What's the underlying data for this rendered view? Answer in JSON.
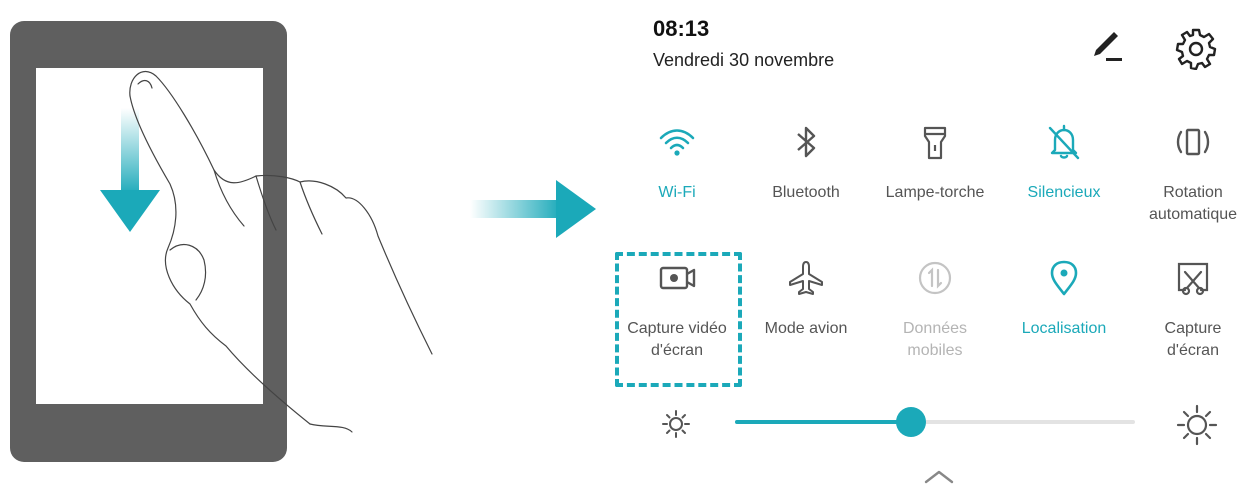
{
  "status": {
    "time": "08:13",
    "date": "Vendredi 30 novembre"
  },
  "header_icons": [
    "edit-icon",
    "gear-icon"
  ],
  "tiles_row1": [
    {
      "label": "Wi-Fi",
      "icon": "wifi-icon",
      "active": true
    },
    {
      "label": "Bluetooth",
      "icon": "bluetooth-icon",
      "active": false
    },
    {
      "label": "Lampe-torche",
      "icon": "flashlight-icon",
      "active": false
    },
    {
      "label": "Silencieux",
      "icon": "bell-off-icon",
      "active": true
    },
    {
      "label": "Rotation\nautomatique",
      "icon": "rotation-icon",
      "active": false
    }
  ],
  "tiles_row2": [
    {
      "label": "Capture vidéo\nd'écran",
      "icon": "screen-record-icon",
      "active": false,
      "highlighted": true
    },
    {
      "label": "Mode avion",
      "icon": "airplane-icon",
      "active": false
    },
    {
      "label": "Données\nmobiles",
      "icon": "mobile-data-icon",
      "active": false,
      "disabled": true
    },
    {
      "label": "Localisation",
      "icon": "location-icon",
      "active": true
    },
    {
      "label": "Capture\nd'écran",
      "icon": "screenshot-icon",
      "active": false
    }
  ],
  "brightness": {
    "level": 0.44
  },
  "colors": {
    "accent": "#1ba9b9",
    "device": "#5f5f5f",
    "text": "#222222",
    "disabled": "#b4b4b4"
  }
}
